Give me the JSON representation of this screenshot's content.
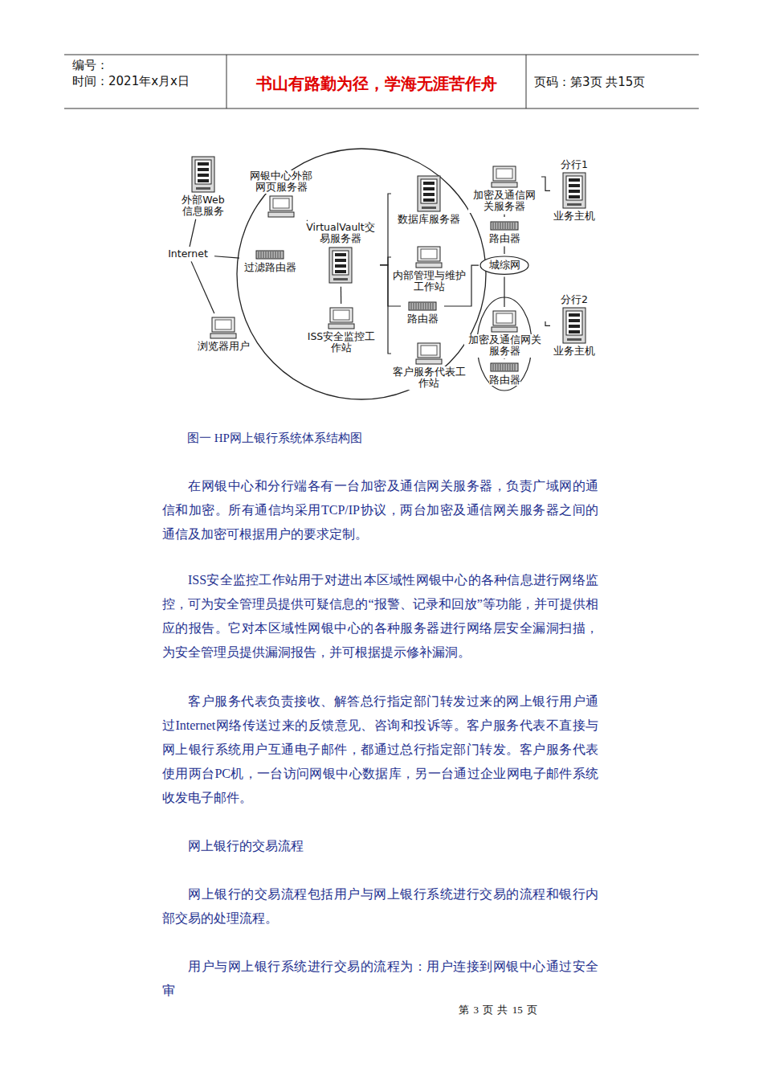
{
  "diagram": {
    "caption": "图一 HP网上银行系统体系结构图",
    "nodes": [
      {
        "text": [
          "外部Web信息服务"
        ]
      },
      {
        "text": [
          "Internet"
        ]
      },
      {
        "text": [
          "网银中心外部网页服务器"
        ]
      },
      {
        "text": [
          "过滤路由器"
        ]
      },
      {
        "text": [
          "VirtualVault交易服务器"
        ]
      },
      {
        "text": [
          "ISS安全监控工作站"
        ]
      },
      {
        "text": [
          "数据库服务器"
        ]
      },
      {
        "text": [
          "内部管理与维护工作站"
        ]
      },
      {
        "text": [
          "路由器"
        ]
      },
      {
        "text": [
          "客户服务代表工作站"
        ]
      },
      {
        "text": [
          "浏览器用户"
        ]
      },
      {
        "text": [
          "加密及通信网关服务器"
        ]
      },
      {
        "text": [
          "路由器"
        ]
      },
      {
        "text": [
          "城综网"
        ]
      },
      {
        "text": [
          "分行1",
          "业务主机"
        ]
      },
      {
        "text": [
          "加密及通信网关服务器"
        ]
      },
      {
        "text": [
          "路由器"
        ]
      },
      {
        "text": [
          "分行2",
          "业务主机"
        ]
      }
    ],
    "edges": [
      {
        "from": 1,
        "to": 0,
        "arrow": "none"
      },
      {
        "from": 1,
        "to": 3,
        "arrow": "none"
      },
      {
        "from": 1,
        "to": 10,
        "arrow": "none"
      },
      {
        "from": 2,
        "to": 4,
        "arrow": "none"
      },
      {
        "from": 3,
        "to": 4,
        "arrow": "none"
      },
      {
        "from": 5,
        "to": 4,
        "arrow": "none"
      },
      {
        "from": 4,
        "to": 6,
        "arrow": "none"
      },
      {
        "from": 4,
        "to": 7,
        "arrow": "none"
      },
      {
        "from": 4,
        "to": 8,
        "arrow": "none"
      },
      {
        "from": 4,
        "to": 9,
        "arrow": "none"
      },
      {
        "from": 8,
        "to": 13,
        "arrow": "none"
      },
      {
        "from": 13,
        "to": 12,
        "arrow": "none"
      },
      {
        "from": 12,
        "to": 11,
        "arrow": "none"
      },
      {
        "from": 11,
        "to": 14,
        "arrow": "none"
      },
      {
        "from": 13,
        "to": 15,
        "arrow": "none"
      },
      {
        "from": 15,
        "to": 16,
        "arrow": "none"
      },
      {
        "from": 15,
        "to": 17,
        "arrow": "none"
      }
    ],
    "labels": [
      "编号：",
      "时间：2021年x月x日",
      "书山有路勤为径，学海无涯苦作舟",
      "页码：第3页 共15页",
      "在网银中心和分行端各有一台加密及通信网关服务器，负责广域网的通信和加密。所有通信均采用TCP/IP协议，两台加密及通信网关服务器之间的通信及加密可根据用户的要求定制。",
      "ISS安全监控工作站用于对进出本区域性网银中心的各种信息进行网络监控，可为安全管理员提供可疑信息的“报警、记录和回放”等功能，并可提供相应的报告。它对本区域性网银中心的各种服务器进行网络层安全漏洞扫描，为安全管理员提供漏洞报告，并可根据提示修补漏洞。",
      "客户服务代表负责接收、解答总行指定部门转发过来的网上银行用户通过Internet网络传送过来的反馈意见、咨询和投诉等。客户服务代表不直接与网上银行系统用户互通电子邮件，都通过总行指定部门转发。客户服务代表使用两台PC机，一台访问网银中心数据库，另一台通过企业网电子邮件系统收发电子邮件。",
      "网上银行的交易流程",
      "网上银行的交易流程包括用户与网上银行系统进行交易的流程和银行内部交易的处理流程。",
      "用户与网上银行系统进行交易的流程为：用户连接到网银中心通过安全审",
      "第 3 页 共 15 页"
    ]
  }
}
